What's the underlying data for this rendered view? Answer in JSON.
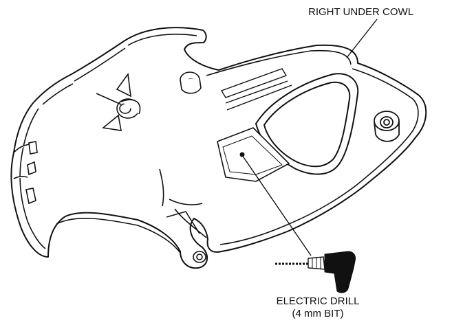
{
  "labels": {
    "cowl": "RIGHT UNDER COWL",
    "drill_line1": "ELECTRIC DRILL",
    "drill_line2": "(4 mm BIT)"
  },
  "colors": {
    "stroke": "#111111",
    "fill": "#ffffff",
    "shade": "#d9d9d9"
  }
}
